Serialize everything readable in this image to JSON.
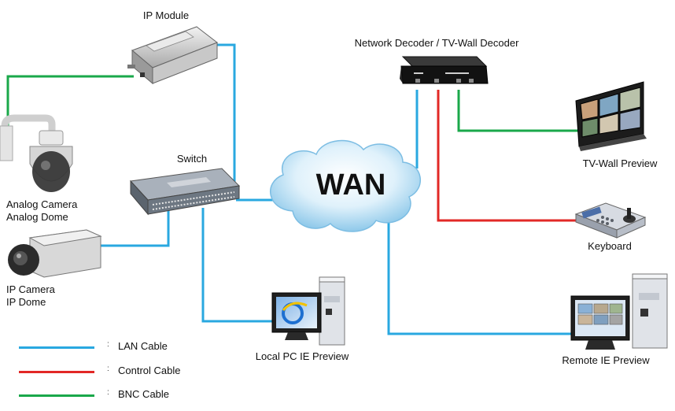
{
  "colors": {
    "lan": "#29a8e0",
    "control": "#e22826",
    "bnc": "#1aa84a"
  },
  "nodes": {
    "ip_module": "IP Module",
    "network_decoder": "Network Decoder / TV-Wall Decoder",
    "switch": "Switch",
    "wan": "WAN",
    "analog_camera_line1": "Analog Camera",
    "analog_camera_line2": "Analog Dome",
    "ip_camera_line1": "IP Camera",
    "ip_camera_line2": "IP Dome",
    "tv_wall_preview": "TV-Wall Preview",
    "keyboard": "Keyboard",
    "local_pc": "Local PC IE Preview",
    "remote_ie": "Remote IE Preview"
  },
  "legend": [
    {
      "label": "LAN Cable",
      "color": "#29a8e0",
      "icon": "lan-cable-line"
    },
    {
      "label": "Control Cable",
      "color": "#e22826",
      "icon": "control-cable-line"
    },
    {
      "label": "BNC Cable",
      "color": "#1aa84a",
      "icon": "bnc-cable-line"
    }
  ],
  "legend_separator": ":"
}
